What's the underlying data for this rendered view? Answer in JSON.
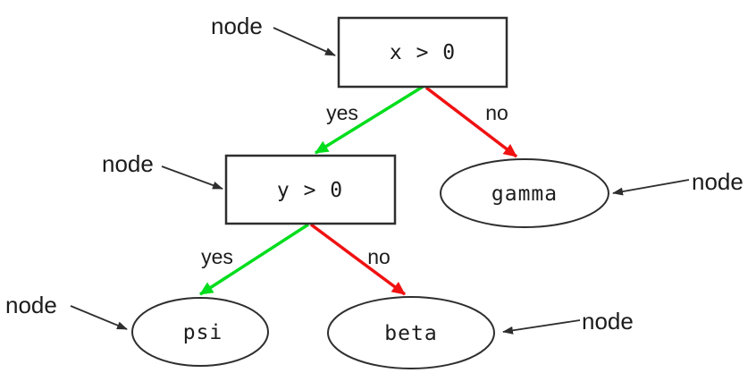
{
  "diagram": {
    "kind": "decision-tree",
    "nodes": [
      {
        "id": "root",
        "shape": "rectangle",
        "label": "x > 0"
      },
      {
        "id": "inner",
        "shape": "rectangle",
        "label": "y > 0"
      },
      {
        "id": "gamma",
        "shape": "ellipse",
        "label": "gamma"
      },
      {
        "id": "psi",
        "shape": "ellipse",
        "label": "psi"
      },
      {
        "id": "beta",
        "shape": "ellipse",
        "label": "beta"
      }
    ],
    "edges": [
      {
        "from": "x > 0",
        "to": "y > 0",
        "label": "yes",
        "color": "#00dd1c"
      },
      {
        "from": "x > 0",
        "to": "gamma",
        "label": "no",
        "color": "#f01111"
      },
      {
        "from": "y > 0",
        "to": "psi",
        "label": "yes",
        "color": "#00dd1c"
      },
      {
        "from": "y > 0",
        "to": "beta",
        "label": "no",
        "color": "#f01111"
      }
    ],
    "annotations": [
      {
        "label": "node",
        "points_to": "x > 0"
      },
      {
        "label": "node",
        "points_to": "y > 0"
      },
      {
        "label": "node",
        "points_to": "gamma"
      },
      {
        "label": "node",
        "points_to": "psi"
      },
      {
        "label": "node",
        "points_to": "beta"
      }
    ],
    "colors": {
      "yes_edge": "#00dd1c",
      "no_edge": "#f01111",
      "outline": "#2e2e2e",
      "text": "#1c1c1c",
      "background": "#ffffff"
    }
  }
}
